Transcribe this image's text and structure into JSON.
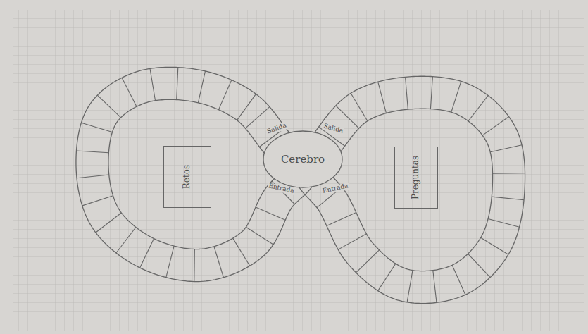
{
  "diagram": {
    "nodes": [
      {
        "text": [
          "Retos"
        ]
      },
      {
        "text": [
          "Cerebro"
        ]
      },
      {
        "text": [
          "Preguntas"
        ]
      }
    ],
    "labels": [
      "Salida",
      "Salida",
      "Entrada",
      "Entrada"
    ]
  }
}
